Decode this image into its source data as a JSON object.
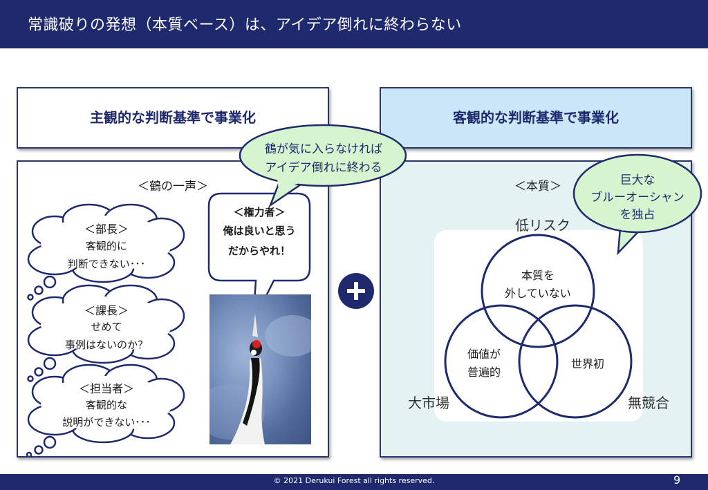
{
  "header": {
    "title": "常識破りの発想（本質ベース）は、アイデア倒れに終わらない"
  },
  "left": {
    "heading": "主観的な判断基準で事業化",
    "section_label": "＜鶴の一声＞",
    "clouds": [
      {
        "title": "＜部長＞",
        "line1": "客観的に",
        "line2": "判断できない･･･"
      },
      {
        "title": "＜課長＞",
        "line1": "せめて",
        "line2": "事例はないのか？"
      },
      {
        "title": "＜担当者＞",
        "line1": "客観的な",
        "line2": "説明ができない･･･"
      }
    ],
    "speech": {
      "line1": "＜権力者＞",
      "line2": "俺は良いと思う",
      "line3": "だからやれ！"
    },
    "callout": {
      "line1": "鶴が気に入らなければ",
      "line2": "アイデア倒れに終わる"
    }
  },
  "right": {
    "heading": "客観的な判断基準で事業化",
    "section_label": "＜本質＞",
    "callout": {
      "line1": "巨大な",
      "line2": "ブルーオーシャン",
      "line3": "を独占"
    },
    "labels": {
      "top": "低リスク",
      "left": "大市場",
      "right": "無競合"
    },
    "venn": {
      "top": {
        "line1": "本質を",
        "line2": "外していない"
      },
      "left": {
        "line1": "価値が",
        "line2": "普遍的"
      },
      "right": {
        "line1": "世界初"
      }
    }
  },
  "footer": {
    "copyright": "© 2021 Derukui Forest all rights reserved.",
    "page": "9"
  },
  "colors": {
    "navy": "#1f2a6e",
    "light_blue": "#cbe7f8",
    "callout_green": "#d6f5cf",
    "panel_teal": "#e4f2f3"
  }
}
